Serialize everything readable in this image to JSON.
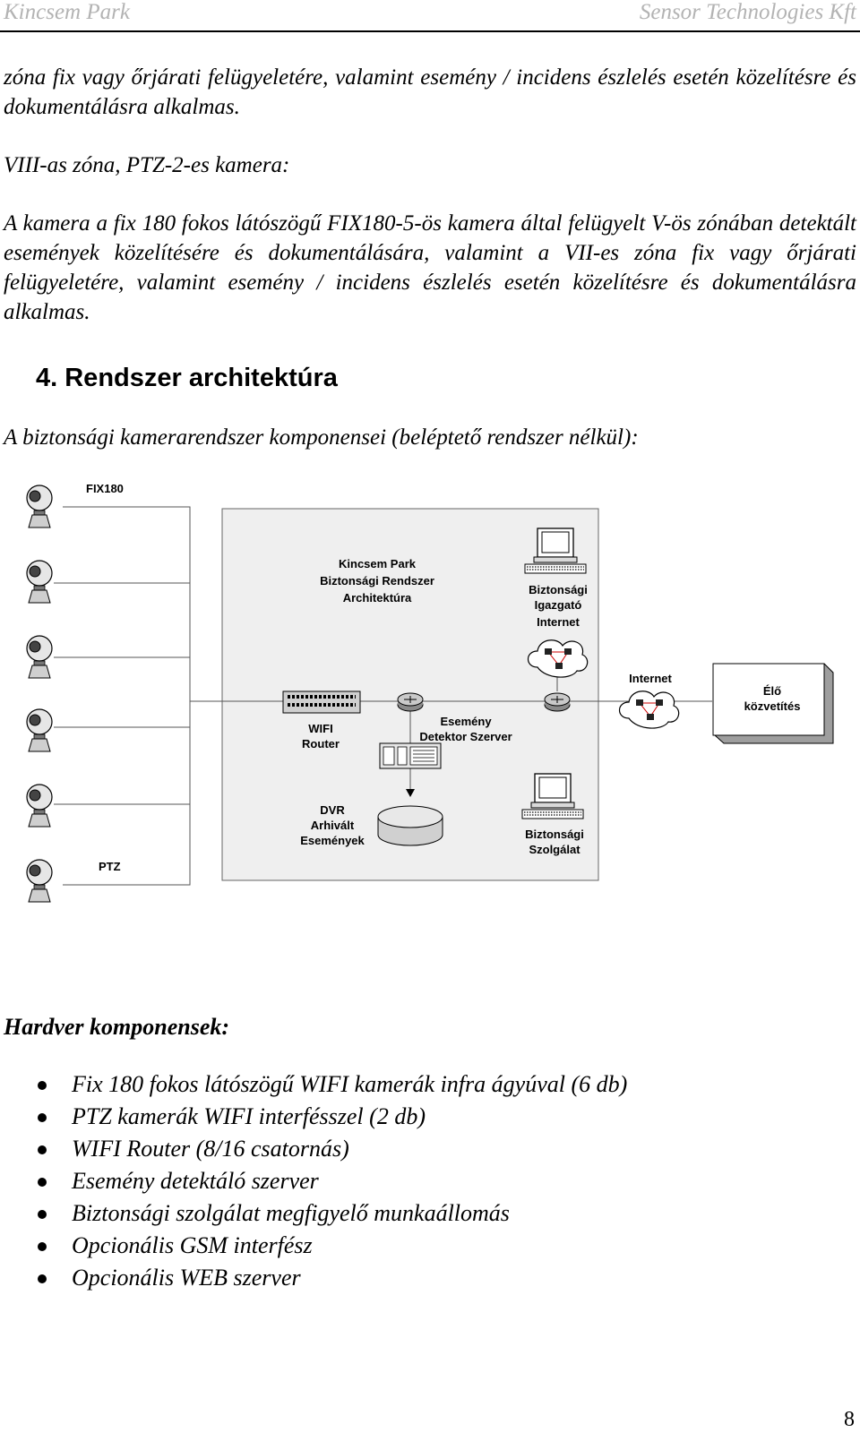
{
  "header": {
    "left": "Kincsem Park",
    "right": "Sensor Technologies Kft"
  },
  "paragraphs": [
    "zóna fix vagy őrjárati felügyeletére, valamint esemény / incidens észlelés esetén közelítésre és dokumentálásra alkalmas.",
    "VIII-as zóna, PTZ-2-es kamera:",
    "A kamera a fix 180 fokos látószögű FIX180-5-ös kamera által felügyelt V-ös zónában detektált események közelítésére és dokumentálására, valamint a VII-es zóna fix vagy őrjárati felügyeletére, valamint esemény / incidens észlelés esetén közelítésre és dokumentálásra alkalmas."
  ],
  "section_title": "4. Rendszer architektúra",
  "intro": "A biztonsági kamerarendszer komponensei (beléptető rendszer nélkül):",
  "diagram": {
    "fix_label": "FIX180",
    "ptz_label": "PTZ",
    "title": [
      "Kincsem Park",
      "Biztonsági Rendszer",
      "Architektúra"
    ],
    "director": [
      "Biztonsági",
      "Igazgató",
      "Internet"
    ],
    "internet": "Internet",
    "live": [
      "Élő",
      "közvetítés"
    ],
    "wifi": [
      "WIFI",
      "Router"
    ],
    "event": [
      "Esemény",
      "Detektor Szerver"
    ],
    "dvr": [
      "DVR",
      "Arhivált",
      "Események"
    ],
    "security": [
      "Biztonsági",
      "Szolgálat"
    ]
  },
  "hardware_title": "Hardver komponensek:",
  "hardware_items": [
    "Fix 180 fokos látószögű WIFI kamerák infra ágyúval (6 db)",
    "PTZ kamerák WIFI interfésszel (2 db)",
    "WIFI Router (8/16 csatornás)",
    "Esemény detektáló szerver",
    "Biztonsági szolgálat megfigyelő munkaállomás",
    "Opcionális GSM interfész",
    "Opcionális WEB szerver"
  ],
  "page_number": "8",
  "colors": {
    "header_text": "#b3b3b3",
    "diagram_panel": "#efefef"
  }
}
